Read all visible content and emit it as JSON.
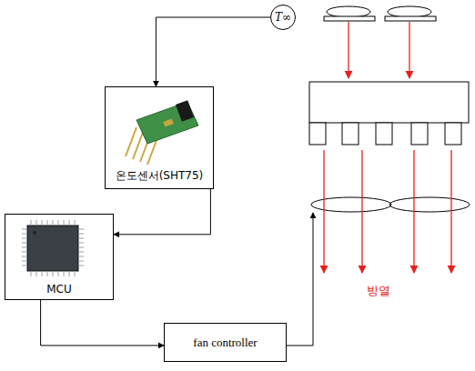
{
  "diagram": {
    "nodes": [
      {
        "text": [
          "T∞"
        ]
      },
      {
        "text": [
          "온도센서(SHT75)"
        ]
      },
      {
        "text": [
          "MCU"
        ]
      },
      {
        "text": [
          "fan controller"
        ]
      }
    ],
    "edges": [
      {
        "from": 0,
        "to": 1,
        "arrow": "to"
      },
      {
        "from": 1,
        "to": 2,
        "arrow": "to"
      },
      {
        "from": 2,
        "to": 3,
        "arrow": "to"
      }
    ],
    "labels": [
      "방열"
    ]
  }
}
